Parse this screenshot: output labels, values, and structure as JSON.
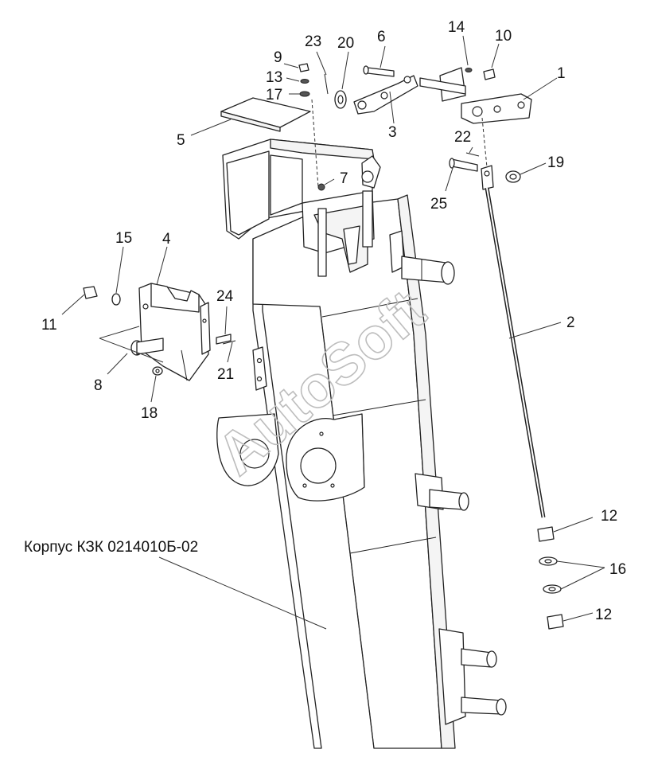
{
  "caption": "Корпус КЗК 0214010Б-02",
  "watermark": "AutoSoft",
  "callouts": [
    {
      "id": "1",
      "label": "1"
    },
    {
      "id": "2",
      "label": "2"
    },
    {
      "id": "3",
      "label": "3"
    },
    {
      "id": "4",
      "label": "4"
    },
    {
      "id": "5",
      "label": "5"
    },
    {
      "id": "6",
      "label": "6"
    },
    {
      "id": "7",
      "label": "7"
    },
    {
      "id": "8",
      "label": "8"
    },
    {
      "id": "9",
      "label": "9"
    },
    {
      "id": "10",
      "label": "10"
    },
    {
      "id": "11",
      "label": "11"
    },
    {
      "id": "12a",
      "label": "12"
    },
    {
      "id": "12b",
      "label": "12"
    },
    {
      "id": "13",
      "label": "13"
    },
    {
      "id": "14",
      "label": "14"
    },
    {
      "id": "15",
      "label": "15"
    },
    {
      "id": "16",
      "label": "16"
    },
    {
      "id": "17",
      "label": "17"
    },
    {
      "id": "18",
      "label": "18"
    },
    {
      "id": "19",
      "label": "19"
    },
    {
      "id": "20",
      "label": "20"
    },
    {
      "id": "21",
      "label": "21"
    },
    {
      "id": "22",
      "label": "22"
    },
    {
      "id": "23",
      "label": "23"
    },
    {
      "id": "24",
      "label": "24"
    },
    {
      "id": "25",
      "label": "25"
    }
  ]
}
